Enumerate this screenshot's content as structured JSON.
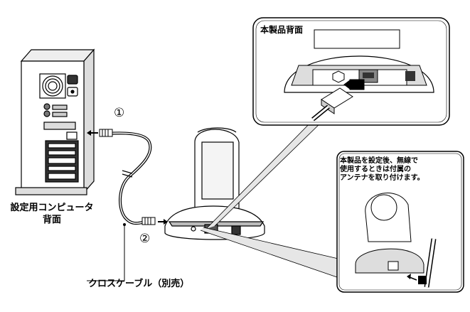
{
  "labels": {
    "inset_title": "本製品背面",
    "pc_label_line1": "設定用コンピュータ",
    "pc_label_line2": "背面",
    "cable_label": "クロスケーブル（別売）",
    "step1": "①",
    "step2": "②",
    "antenna_note_line1": "本製品を設定後、無線で",
    "antenna_note_line2": "使用するときは付属の",
    "antenna_note_line3": "アンテナを取り付けます。"
  }
}
